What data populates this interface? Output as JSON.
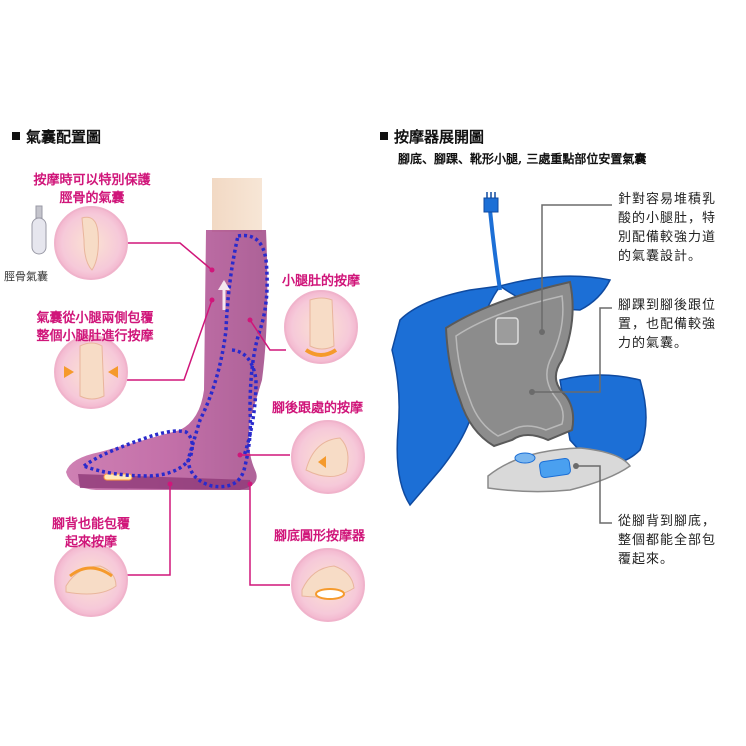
{
  "left": {
    "title": "氣囊配置圖",
    "callouts": {
      "shin_protect": [
        "按摩時可以特別保護",
        "脛骨的氣囊"
      ],
      "shin_airbag": "脛骨氣囊",
      "wrap_calf": [
        "氣囊從小腿兩側包覆",
        "整個小腿肚進行按摩"
      ],
      "calf_massage": "小腿肚的按摩",
      "heel_massage": "腳後跟處的按摩",
      "instep": [
        "腳背也能包覆",
        "起來按摩"
      ],
      "sole_round": "腳底圓形按摩器"
    }
  },
  "right": {
    "title": "按摩器展開圖",
    "subtitle": "腳底、腳踝、靴形小腿, 三處重點部位安置氣囊",
    "notes": {
      "calf": [
        "針對容易堆積乳",
        "酸的小腿肚，特",
        "別配備較強力道",
        "的氣囊設計。"
      ],
      "ankle": [
        "腳踝到腳後跟位",
        "置，也配備較強",
        "力的氣囊。"
      ],
      "foot": [
        "從腳背到腳底，",
        "整個都能全部包",
        "覆起來。"
      ]
    }
  },
  "colors": {
    "pink": "#d0167a",
    "boot": "#b9579a",
    "airbag_outline": "#2a2acc",
    "pad_blue": "#1c6fd6",
    "pad_gray": "#8a8a8a"
  }
}
